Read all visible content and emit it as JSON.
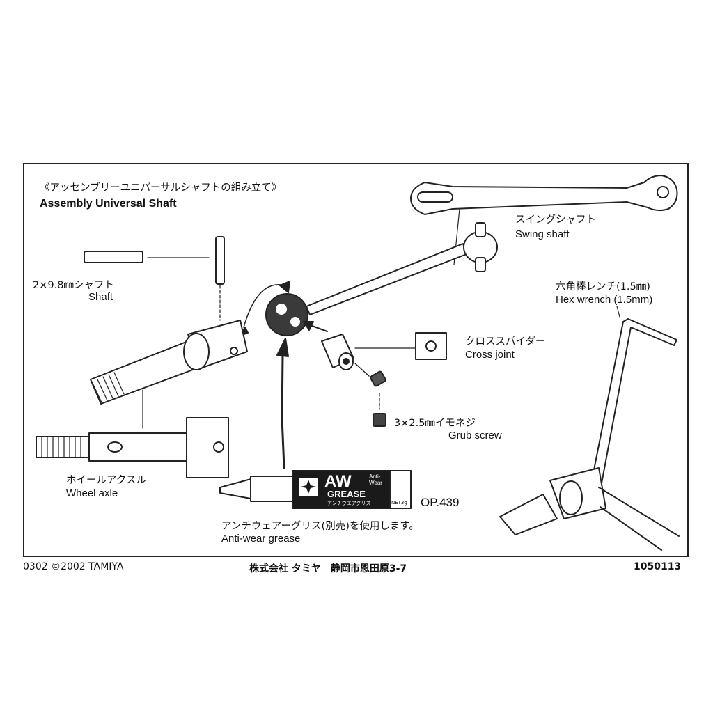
{
  "title": {
    "ja": "《アッセンブリーユニバーサルシャフトの組み立て》",
    "en": "Assembly Universal Shaft"
  },
  "parts": {
    "shaft": {
      "ja": "2×9.8㎜シャフト",
      "en": "Shaft"
    },
    "swing_shaft": {
      "ja": "スイングシャフト",
      "en": "Swing shaft"
    },
    "hex_wrench": {
      "ja": "六角棒レンチ(1.5㎜)",
      "en": "Hex wrench (1.5mm)"
    },
    "cross_joint": {
      "ja": "クロススパイダー",
      "en": "Cross joint"
    },
    "grub_screw": {
      "ja": "3×2.5㎜イモネジ",
      "en": "Grub screw"
    },
    "wheel_axle": {
      "ja": "ホイールアクスル",
      "en": "Wheel axle"
    },
    "grease": {
      "ja": "アンチウェアーグリス(別売)を使用します。",
      "en": "Anti-wear grease",
      "code": "OP.439",
      "tube_brand": "AW",
      "tube_word": "GREASE",
      "tube_sub": "Anti-Wear",
      "tube_ja": "アンチウエアグリス",
      "tube_net": "NET3g"
    }
  },
  "footer": {
    "left": "0302 ©2002 TAMIYA",
    "center": "株式会社 タミヤ　静岡市恩田原3-7",
    "right": "1050113"
  },
  "colors": {
    "line": "#222222",
    "fill": "#ffffff",
    "ball": "#3a3a3a",
    "tube_dark": "#1a1a1a"
  }
}
